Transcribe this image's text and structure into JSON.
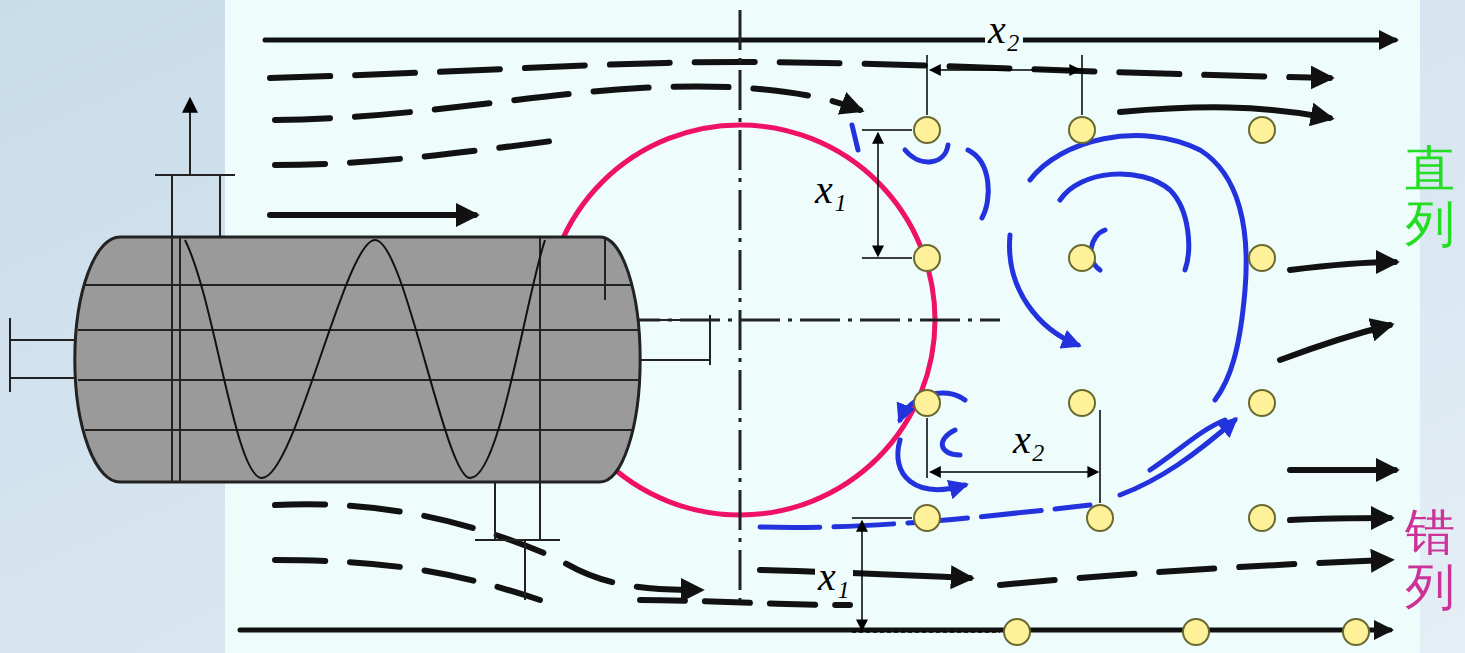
{
  "diagram": {
    "labels": [
      "x₂",
      "x₁",
      "x₂",
      "x₁",
      "直列",
      "错列"
    ]
  }
}
